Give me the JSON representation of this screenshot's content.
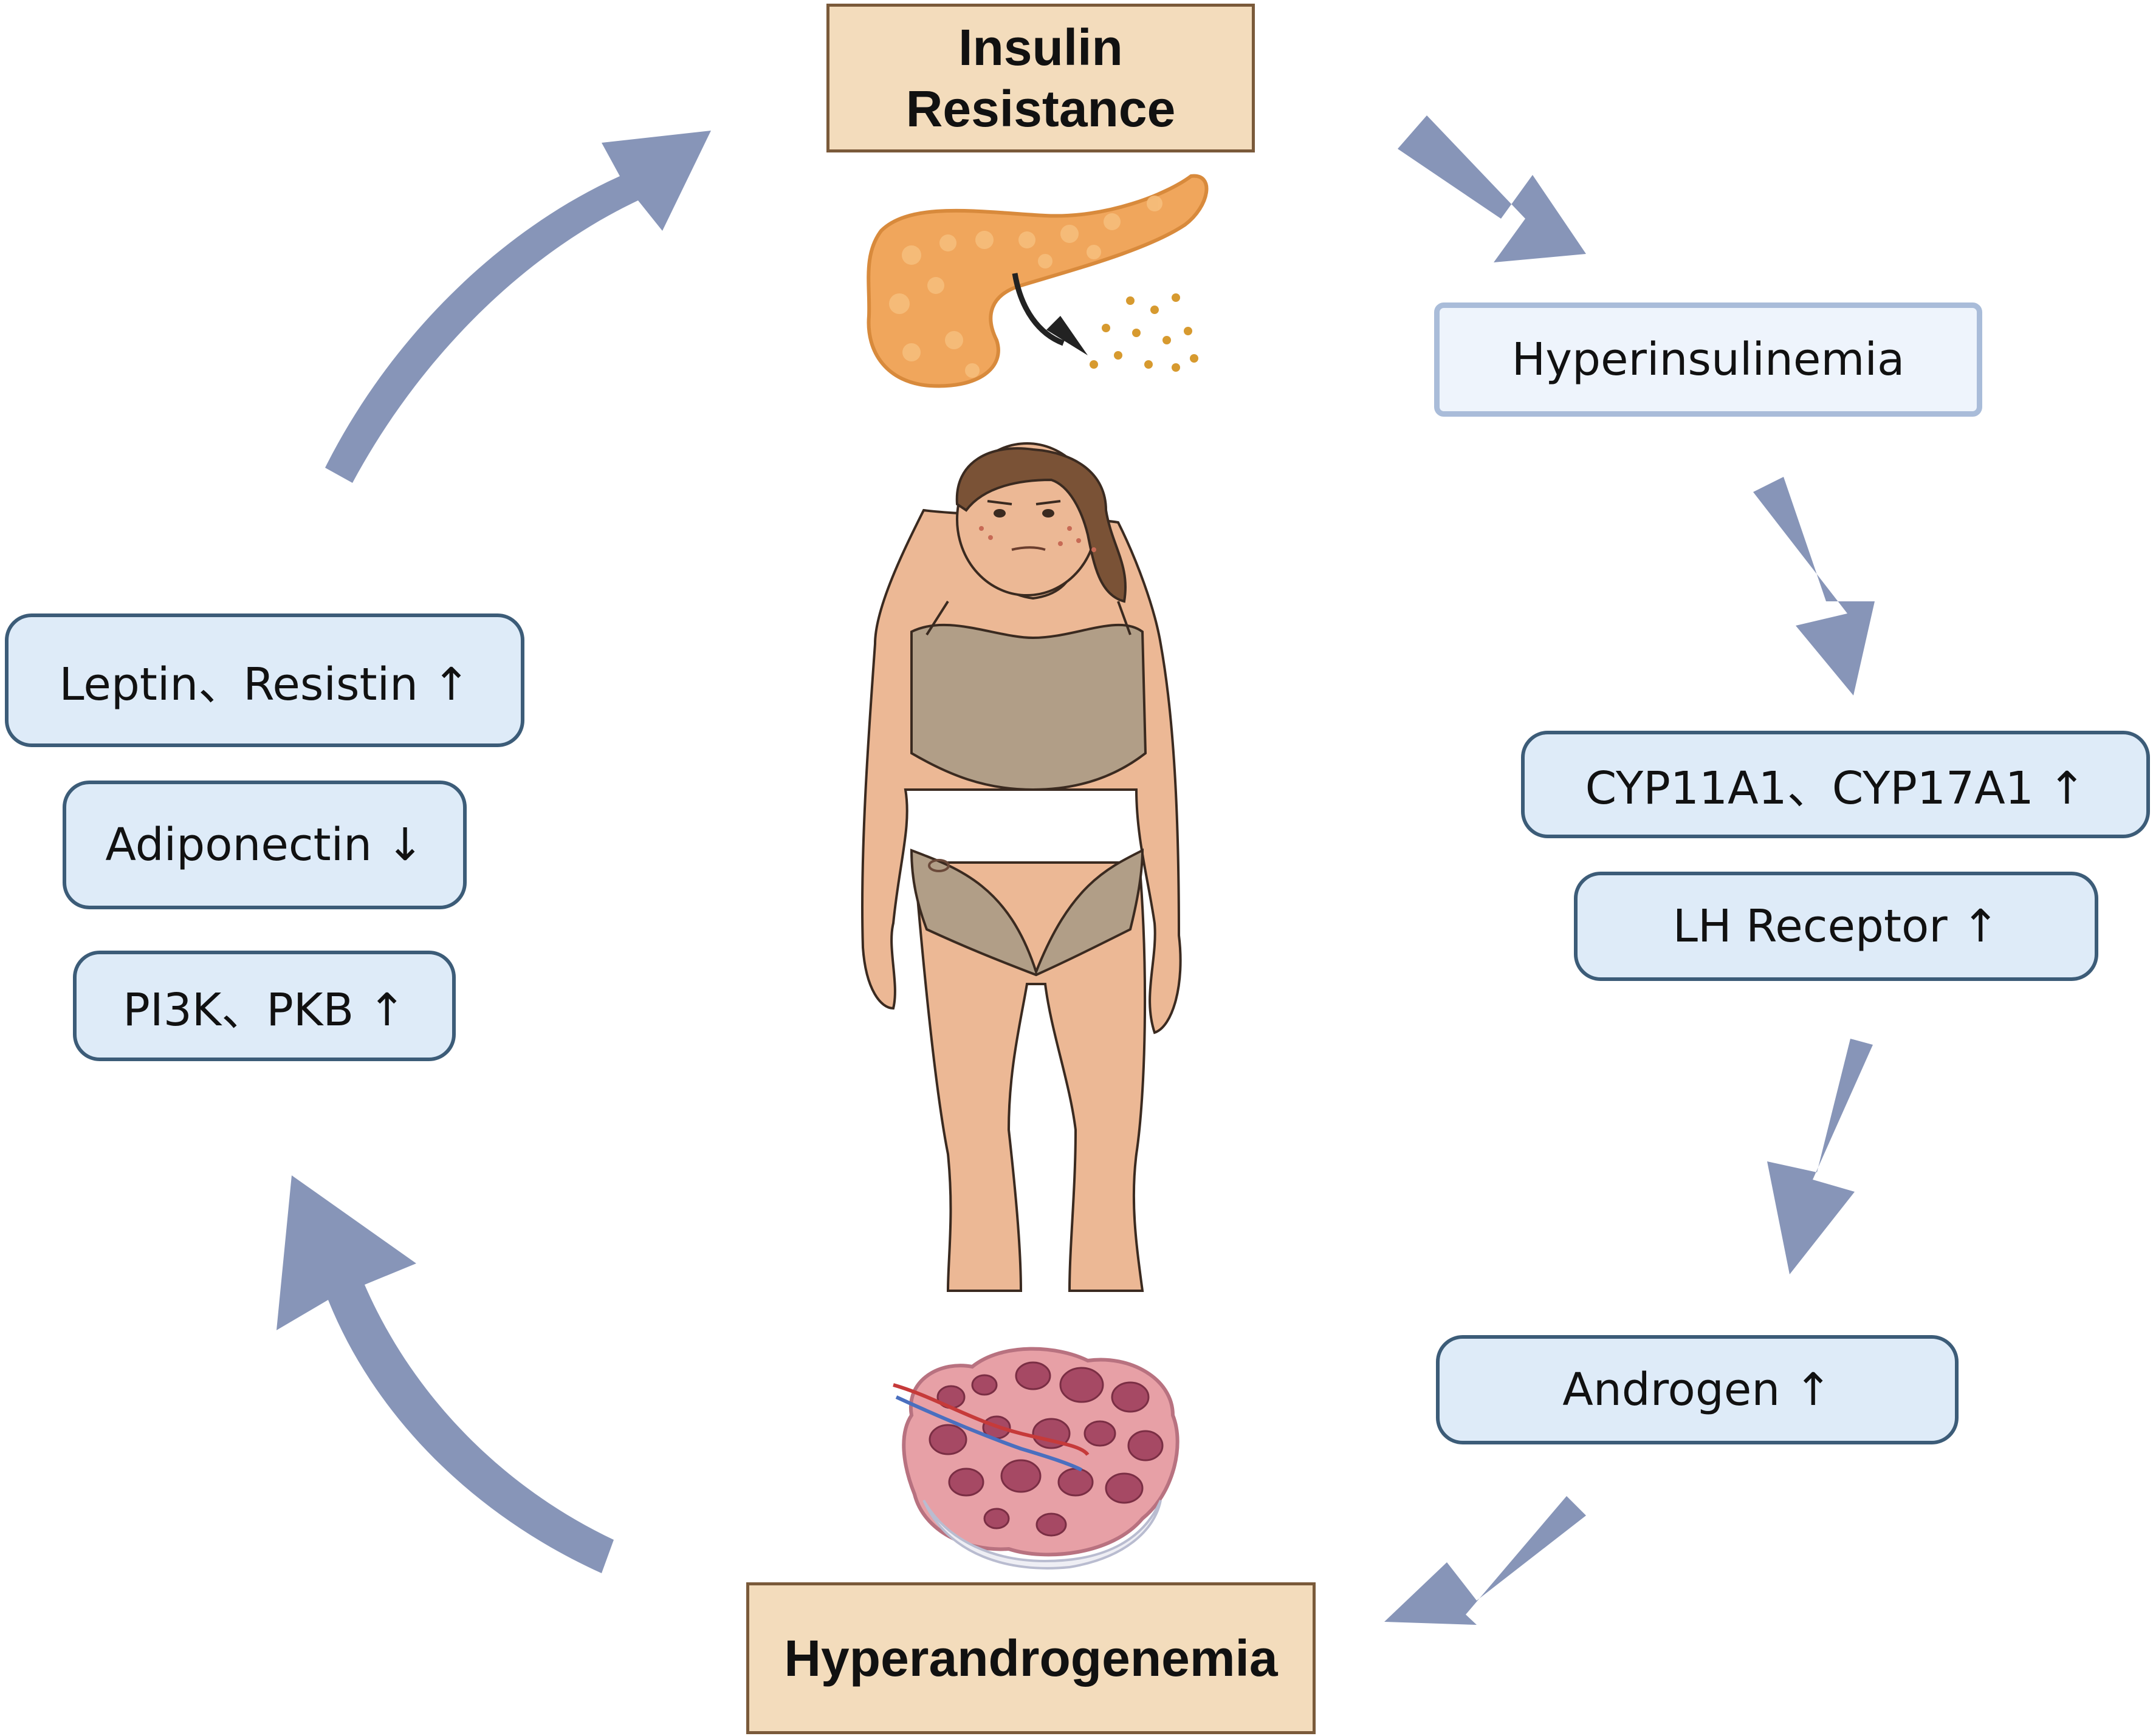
{
  "nodes": {
    "insulin_resistance": "Insulin\nResistance",
    "hyperinsulinemia": "Hyperinsulinemia",
    "cyp": "CYP11A1、CYP17A1 ↑",
    "lh_receptor": "LH Receptor ↑",
    "androgen": "Androgen ↑",
    "hyperandrogenemia": "Hyperandrogenemia",
    "leptin_resistin": "Leptin、Resistin ↑",
    "adiponectin": "Adiponectin ↓",
    "pi3k_pkb": "PI3K、PKB ↑"
  },
  "illustrations": [
    "pancreas-icon",
    "woman-figure-icon",
    "ovary-icon"
  ],
  "colors": {
    "arrow": "#8795b8",
    "pill_fill": "#deebf8",
    "pill_border": "#3c5c78",
    "tan_fill": "#f3dcbc",
    "tan_border": "#7a5a3a"
  }
}
